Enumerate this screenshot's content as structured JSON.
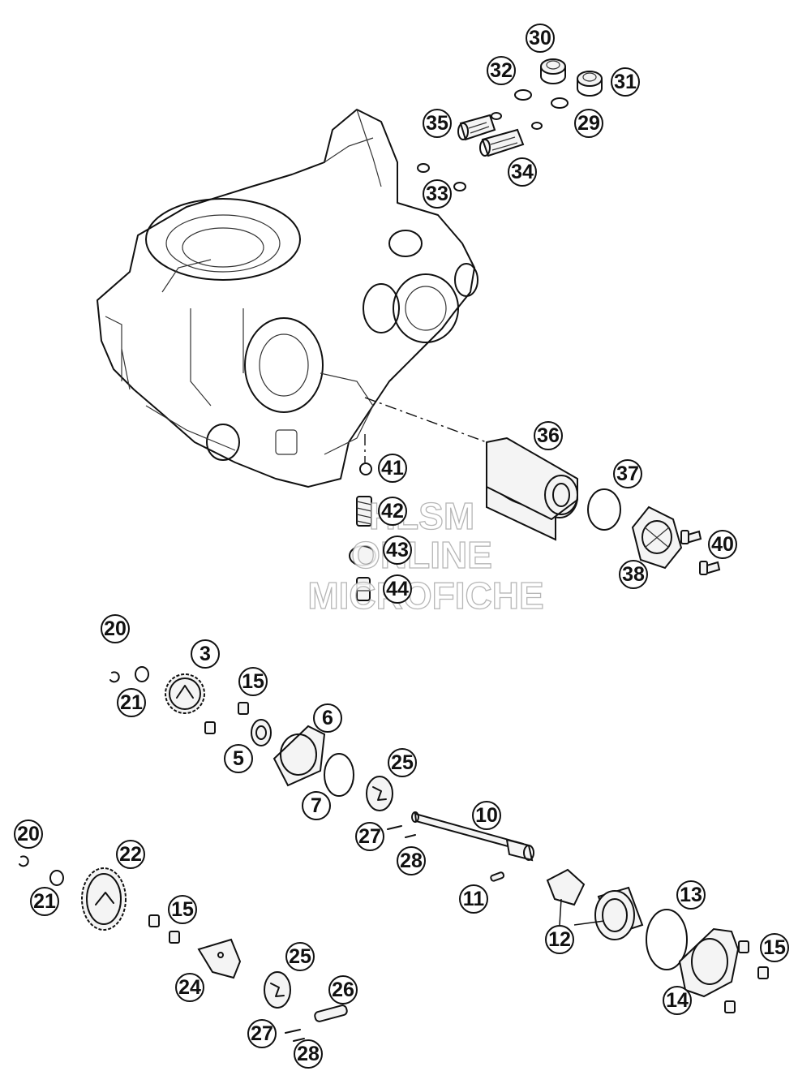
{
  "watermark": [
    "HLSM",
    "ONLINE",
    "MICROFICHE"
  ],
  "callouts": [
    "30",
    "32",
    "31",
    "29",
    "35",
    "34",
    "33",
    "36",
    "37",
    "41",
    "42",
    "43",
    "44",
    "40",
    "38",
    "20",
    "3",
    "15",
    "21",
    "6",
    "5",
    "25",
    "7",
    "10",
    "27",
    "28",
    "20",
    "22",
    "21",
    "15",
    "11",
    "13",
    "12",
    "15",
    "24",
    "25",
    "26",
    "27",
    "28",
    "14"
  ]
}
